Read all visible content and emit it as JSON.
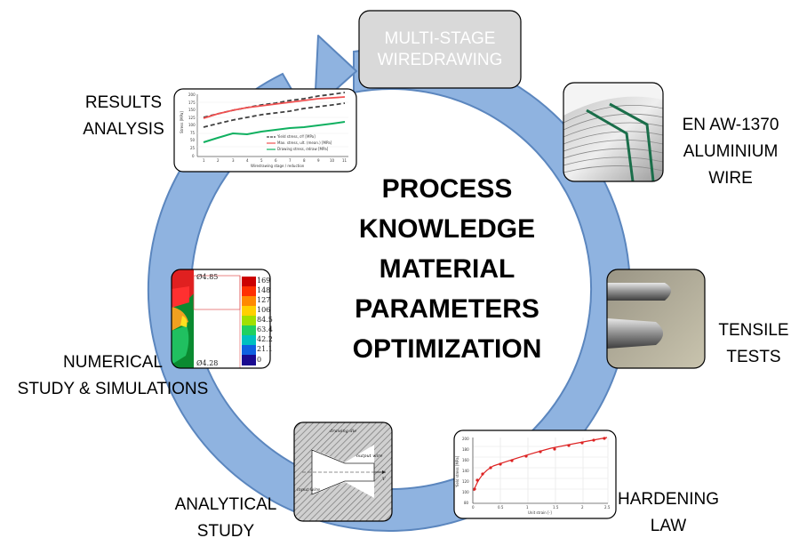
{
  "center": {
    "lines": [
      "PROCESS",
      "KNOWLEDGE",
      "MATERIAL",
      "PARAMETERS",
      "OPTIMIZATION"
    ]
  },
  "stages": {
    "start": {
      "lines": [
        "MULTI-STAGE",
        "WIREDRAWING"
      ]
    },
    "wire": {
      "lines": [
        "EN AW-1370",
        "ALUMINIUM",
        "WIRE"
      ]
    },
    "tensile": {
      "lines": [
        "TENSILE",
        "TESTS"
      ]
    },
    "hardening": {
      "lines": [
        "HARDENING",
        "LAW"
      ]
    },
    "analytical": {
      "lines": [
        "ANALYTICAL",
        "STUDY"
      ]
    },
    "numerical": {
      "lines": [
        "NUMERICAL",
        "STUDY & SIMULATIONS"
      ]
    },
    "results": {
      "lines": [
        "RESULTS",
        "ANALYSIS"
      ]
    }
  },
  "results_thumb": {
    "legend": [
      "Yield stress, σY [MPa]",
      "Max. stress, ult. (mean.) [MPa]",
      "Drawing stress, σdraw [MPa]"
    ],
    "yticks": [
      "200",
      "175",
      "150",
      "125",
      "100",
      "75",
      "50",
      "25",
      "0"
    ],
    "xticks": [
      "1",
      "2",
      "3",
      "4",
      "5",
      "6",
      "7",
      "8",
      "9",
      "10",
      "11"
    ],
    "xlabel": "Wiredrawing stage / reduction",
    "ylabel": "Stress [MPa]"
  },
  "hardening_thumb": {
    "xticks": [
      "0",
      "0.5",
      "1",
      "1.5",
      "2",
      "2.5"
    ],
    "yticks": [
      "80",
      "100",
      "120",
      "140",
      "160",
      "180",
      "200"
    ],
    "xlabel": "Unit strain [-]",
    "ylabel": "Yield stress [MPa]"
  },
  "numerical_thumb": {
    "top_label": "Ø4.85",
    "bottom_label": "Ø4.28",
    "scale": [
      "169",
      "148",
      "127",
      "106",
      "84.5",
      "63.4",
      "42.2",
      "21.1",
      "0"
    ]
  },
  "analytical_thumb": {
    "die_label": "drawing die",
    "output_label": "output wire",
    "input_label": "input wire",
    "velocity_label": "V"
  },
  "colors": {
    "arrow_fill": "#8FB3E0",
    "arrow_stroke": "#5B86BE",
    "start_box": "#D9D9D9",
    "red_series": "#F05050",
    "green_series": "#10B060",
    "dashed_series": "#404040"
  }
}
